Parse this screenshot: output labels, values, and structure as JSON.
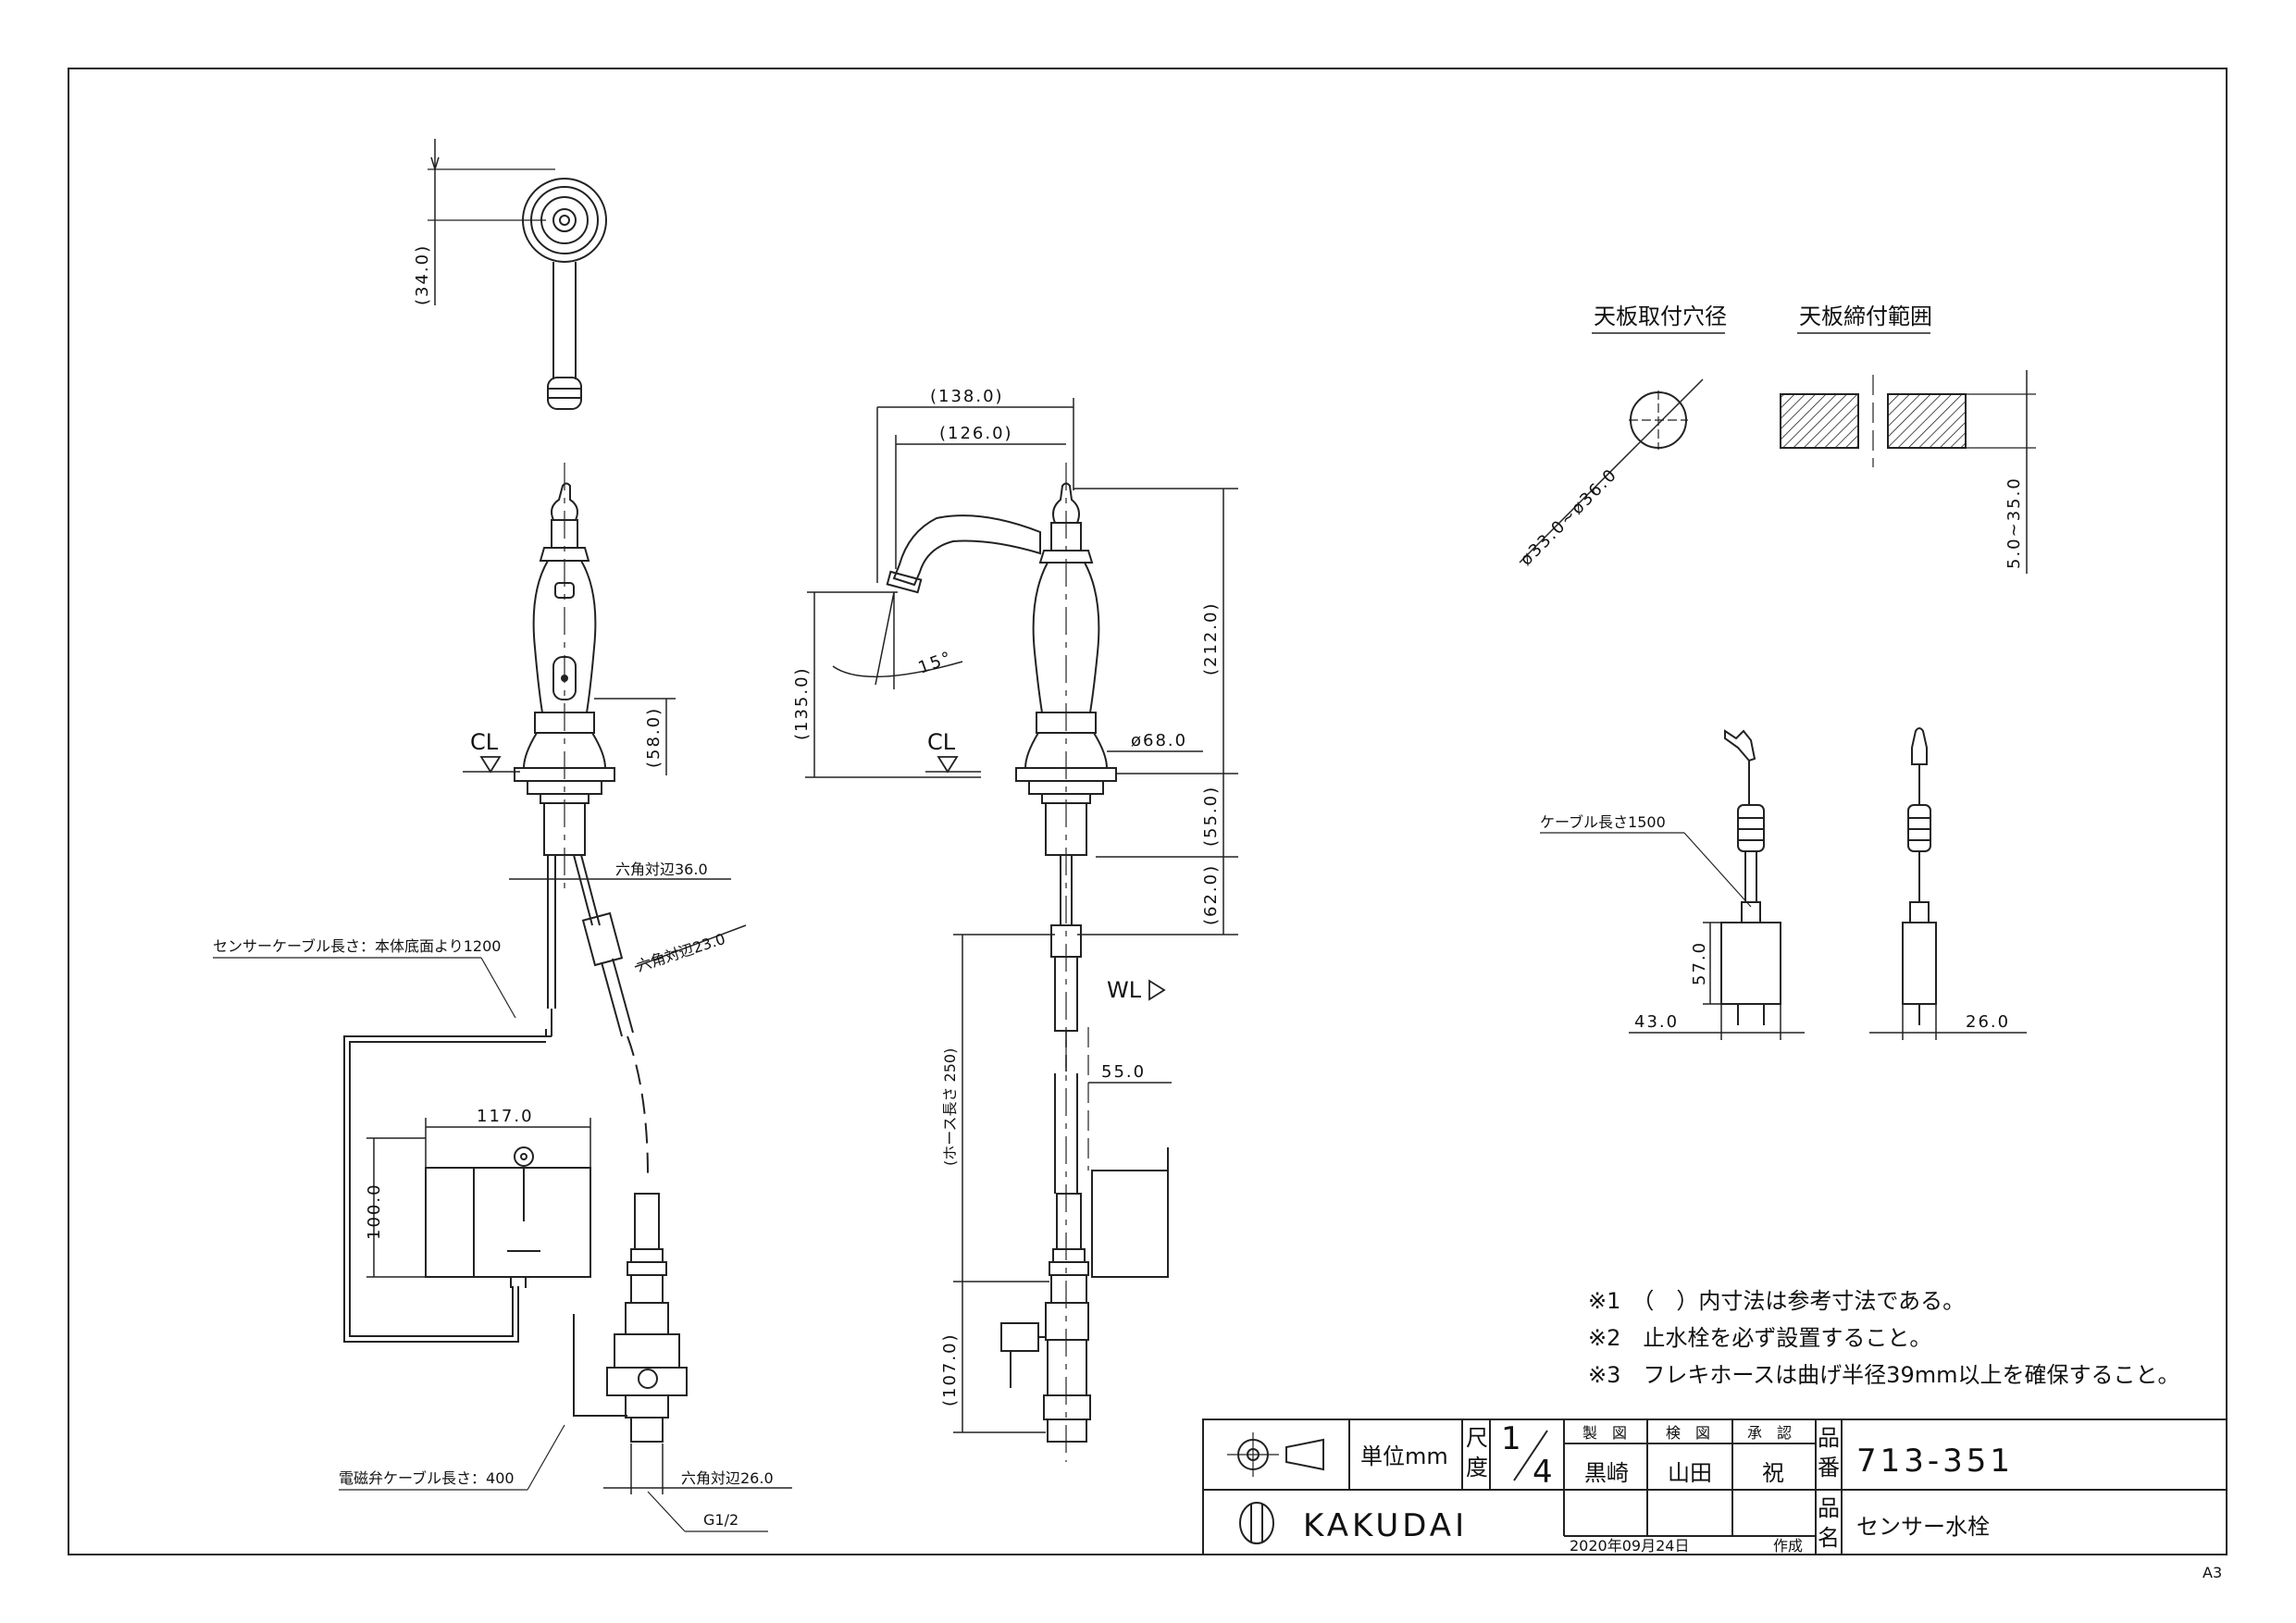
{
  "sheet": {
    "size": "A3"
  },
  "top_view": {
    "dim_depth": "(34.0)"
  },
  "front_view": {
    "cl": "CL",
    "dim_base_height": "(58.0)",
    "hex36": "六角対辺36.0",
    "hex23": "六角対辺23.0",
    "sensor_cable": "センサーケーブル長さ：本体底面より1200",
    "box_width": "117.0",
    "box_height": "100.0",
    "valve_cable": "電磁弁ケーブル長さ：400",
    "hex26": "六角対辺26.0",
    "thread": "G1/2"
  },
  "side_view": {
    "reach_total": "(138.0)",
    "reach_spout": "(126.0)",
    "spout_height": "(135.0)",
    "angle": "15°",
    "total_height": "(212.0)",
    "cl": "CL",
    "base_dia": "ø68.0",
    "dim_55": "(55.0)",
    "dim_62": "(62.0)",
    "wl": "WL",
    "hose": "(ホース長さ 250)",
    "wall_offset": "55.0",
    "valve_height": "(107.0)"
  },
  "counter_hole": {
    "title": "天板取付穴径",
    "dia": "ø33.0~ø36.0"
  },
  "counter_thickness": {
    "title": "天板締付範囲",
    "range": "5.0~35.0"
  },
  "adapter": {
    "cable": "ケーブル長さ1500",
    "height": "57.0",
    "width": "43.0",
    "depth": "26.0"
  },
  "notes": [
    "※1　（　）内寸法は参考寸法である。",
    "※2　止水栓を必ず設置すること。",
    "※3　フレキホースは曲げ半径39mm以上を確保すること。"
  ],
  "title_block": {
    "unit_label": "単位mm",
    "scale_label_1": "尺",
    "scale_label_2": "度",
    "scale_num": "1",
    "scale_den": "4",
    "col_made": "製　図",
    "col_check": "検　図",
    "col_approve": "承　認",
    "made_by": "黒崎",
    "checked_by": "山田",
    "approved_by": "祝",
    "part_no_label_1": "品",
    "part_no_label_2": "番",
    "part_no": "713-351",
    "name_label_1": "品",
    "name_label_2": "名",
    "name": "センサー水栓",
    "company": "KAKUDAI",
    "date": "2020年09月24日",
    "created": "作成"
  }
}
